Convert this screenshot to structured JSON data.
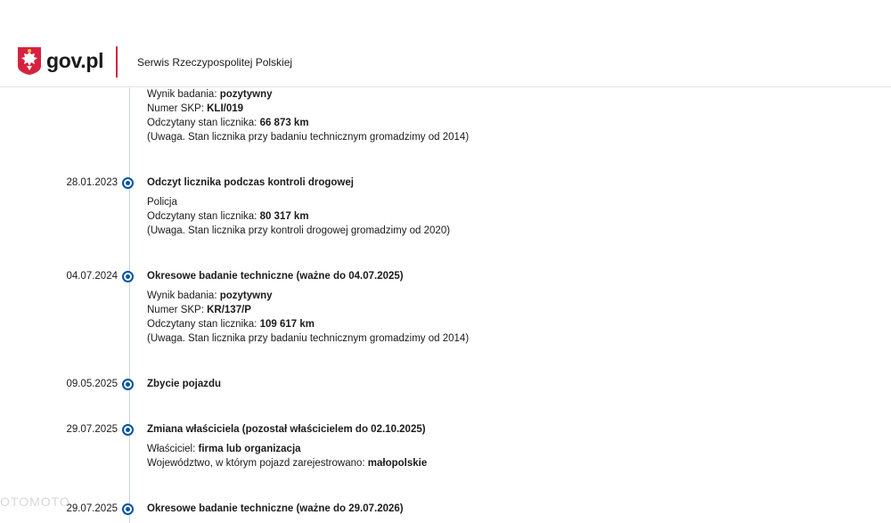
{
  "header": {
    "logo_text": "gov.pl",
    "service_name": "Serwis Rzeczypospolitej Polskiej"
  },
  "events": [
    {
      "date": "",
      "title": "",
      "details": [
        {
          "label": "Wynik badania: ",
          "value": "pozytywny"
        },
        {
          "label": "Numer SKP: ",
          "value": "KLI/019"
        },
        {
          "label": "Odczytany stan licznika: ",
          "value": "66 873 km"
        },
        {
          "label": "(Uwaga. Stan licznika przy badaniu technicznym gromadzimy od 2014)",
          "value": ""
        }
      ]
    },
    {
      "date": "28.01.2023",
      "title": "Odczyt licznika podczas kontroli drogowej",
      "details": [
        {
          "label": "Policja",
          "value": ""
        },
        {
          "label": "Odczytany stan licznika: ",
          "value": "80 317 km"
        },
        {
          "label": "(Uwaga. Stan licznika przy kontroli drogowej gromadzimy od 2020)",
          "value": ""
        }
      ]
    },
    {
      "date": "04.07.2024",
      "title": "Okresowe badanie techniczne (ważne do 04.07.2025)",
      "details": [
        {
          "label": "Wynik badania: ",
          "value": "pozytywny"
        },
        {
          "label": "Numer SKP: ",
          "value": "KR/137/P"
        },
        {
          "label": "Odczytany stan licznika: ",
          "value": "109 617 km"
        },
        {
          "label": "(Uwaga. Stan licznika przy badaniu technicznym gromadzimy od 2014)",
          "value": ""
        }
      ]
    },
    {
      "date": "09.05.2025",
      "title": "Zbycie pojazdu",
      "details": []
    },
    {
      "date": "29.07.2025",
      "title": "Zmiana właściciela (pozostał właścicielem do 02.10.2025)",
      "details": [
        {
          "label": "Właściciel: ",
          "value": "firma lub organizacja"
        },
        {
          "label": "Województwo, w którym pojazd zarejestrowano: ",
          "value": "małopolskie"
        }
      ]
    },
    {
      "date": "29.07.2025",
      "title": "Okresowe badanie techniczne (ważne do 29.07.2026)",
      "details": []
    }
  ],
  "watermark": "OTOMOTO",
  "colors": {
    "accent_blue": "#0052a5",
    "divider_red": "#d5233f",
    "timeline_line": "#cfd4da"
  }
}
